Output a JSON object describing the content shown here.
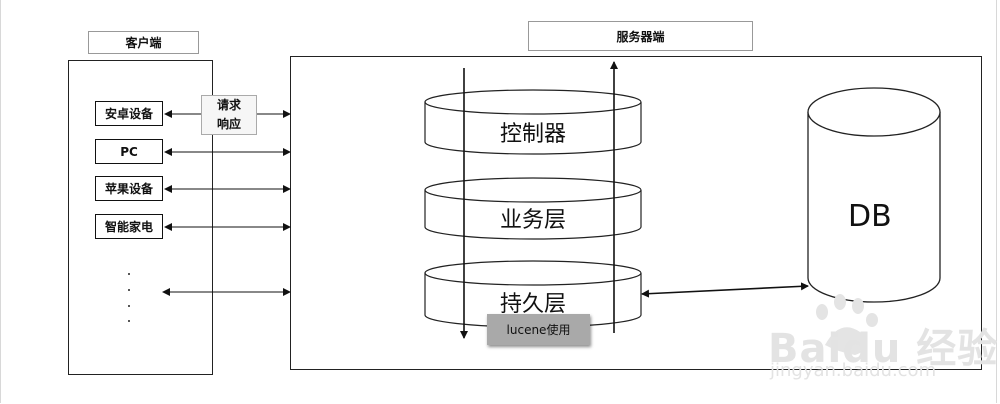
{
  "client": {
    "header": "客户端",
    "devices": [
      "安卓设备",
      "PC",
      "苹果设备",
      "智能家电"
    ],
    "request_lines": [
      "请求",
      "响应"
    ]
  },
  "server": {
    "header": "服务器端",
    "layers": [
      "控制器",
      "业务层",
      "持久层"
    ],
    "lucene_label": "lucene使用",
    "db_label": "DB"
  },
  "watermark": {
    "main": "Baidu 经验",
    "url": "jingyan.baidu.com"
  }
}
